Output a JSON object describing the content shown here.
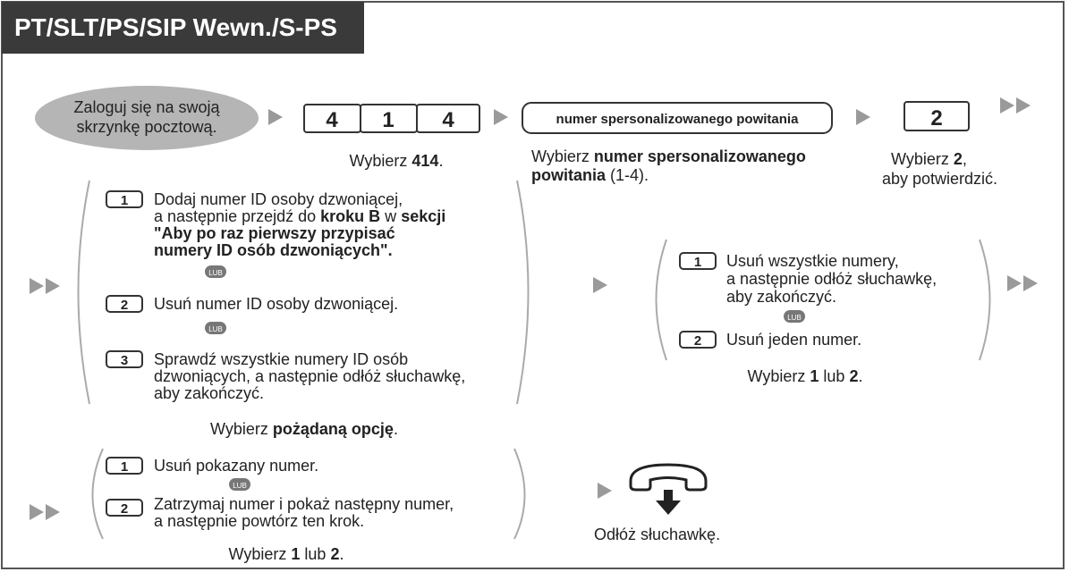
{
  "title": "PT/SLT/PS/SIP Wewn./S-PS",
  "login": [
    "Zaloguj się na swoją",
    "skrzynkę pocztową."
  ],
  "dial_digits": [
    "4",
    "1",
    "4"
  ],
  "dial_414_caption": {
    "pre": "Wybierz ",
    "bold": "414",
    "post": "."
  },
  "greeting_box_label": "numer spersonalizowanego powitania",
  "greeting_caption": {
    "pre": "Wybierz ",
    "bold1": "numer spersonalizowanego",
    "bold2": "powitania",
    "post2": " (1-4)."
  },
  "confirm_digit": "2",
  "confirm_caption": {
    "line1_pre": "Wybierz ",
    "line1_bold": "2",
    "line1_post": ",",
    "line2": "aby potwierdzić."
  },
  "or_label": "LUB",
  "option_group_1": {
    "opt1_key": "1",
    "opt1_line1": "Dodaj numer ID osoby dzwoniącej,",
    "opt1_line2_pre": "a następnie przejdź do ",
    "opt1_line2_bold1": "kroku B",
    "opt1_line2_mid": " w ",
    "opt1_line2_bold2": "sekcji",
    "opt1_line3": "\"Aby po raz pierwszy przypisać",
    "opt1_line4": "numery ID osób dzwoniących\".",
    "opt2_key": "2",
    "opt2_line1": "Usuń numer ID osoby dzwoniącej.",
    "opt3_key": "3",
    "opt3_line1": "Sprawdź wszystkie numery ID osób",
    "opt3_line2": "dzwoniących, a następnie odłóż słuchawkę,",
    "opt3_line3": "aby zakończyć.",
    "caption_pre": "Wybierz ",
    "caption_bold": "pożądaną opcję",
    "caption_post": "."
  },
  "option_group_2": {
    "opt1_key": "1",
    "opt1_line1": "Usuń wszystkie numery,",
    "opt1_line2": "a następnie odłóż słuchawkę,",
    "opt1_line3": "aby zakończyć.",
    "opt2_key": "2",
    "opt2_line1": "Usuń jeden numer.",
    "caption_pre": "Wybierz ",
    "caption_bold1": "1",
    "caption_mid": " lub ",
    "caption_bold2": "2",
    "caption_post": "."
  },
  "option_group_3": {
    "opt1_key": "1",
    "opt1_line1": "Usuń pokazany numer.",
    "opt2_key": "2",
    "opt2_line1": "Zatrzymaj numer i pokaż następny numer,",
    "opt2_line2": "a następnie powtórz ten krok.",
    "caption_pre": "Wybierz ",
    "caption_bold1": "1",
    "caption_mid": " lub ",
    "caption_bold2": "2",
    "caption_post": "."
  },
  "hangup_caption": "Odłóż słuchawkę.",
  "colors": {
    "title_bg": "#3a3a3a",
    "login_fill": "#b5b5b5",
    "arrow": "#9a9a9a",
    "badge": "#777777"
  },
  "icons": [
    "triangle-arrow-icon",
    "double-arrow-icon",
    "handset-hangup-icon",
    "lub-badge"
  ]
}
